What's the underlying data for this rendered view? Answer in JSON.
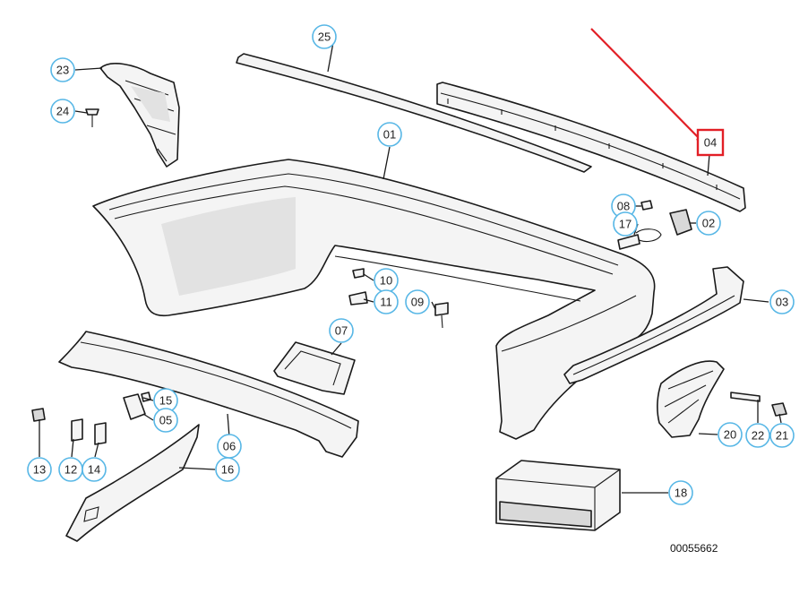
{
  "document_number": "00055662",
  "colors": {
    "callout_ring": "#58b7e6",
    "highlight": "#e21f26",
    "line": "#1a1a1a"
  },
  "callouts": {
    "c01": "01",
    "c02": "02",
    "c03": "03",
    "c04": "04",
    "c05": "05",
    "c06": "06",
    "c07": "07",
    "c08": "08",
    "c09": "09",
    "c10": "10",
    "c11": "11",
    "c12": "12",
    "c13": "13",
    "c14": "14",
    "c15": "15",
    "c16": "16",
    "c17": "17",
    "c18": "18",
    "c20": "20",
    "c21": "21",
    "c22": "22",
    "c23": "23",
    "c24": "24",
    "c25": "25"
  },
  "highlighted_callout": "04"
}
